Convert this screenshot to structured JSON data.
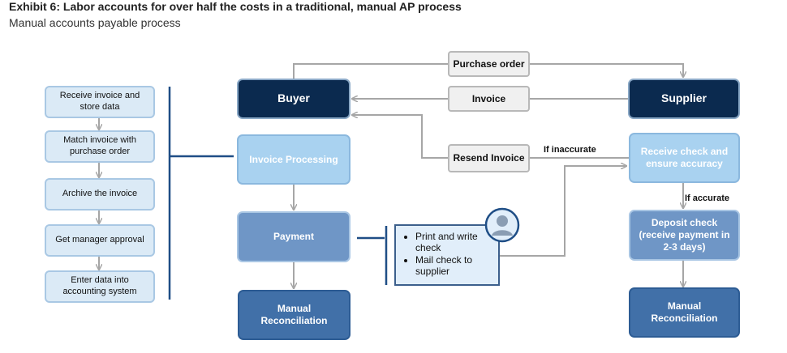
{
  "title": "Exhibit 6: Labor accounts for over half the costs in a traditional, manual AP process",
  "subtitle": "Manual accounts payable process",
  "left_steps": [
    "Receive invoice and store data",
    "Match invoice with purchase order",
    "Archive the invoice",
    "Get manager approval",
    "Enter data into accounting system"
  ],
  "buyer": "Buyer",
  "supplier": "Supplier",
  "purchase_order": "Purchase order",
  "invoice": "Invoice",
  "resend_invoice": "Resend Invoice",
  "if_inaccurate": "If inaccurate",
  "if_accurate": "If accurate",
  "invoice_processing": "Invoice Processing",
  "payment": "Payment",
  "manual_reconciliation": "Manual Reconciliation",
  "receive_check": "Receive check and ensure accuracy",
  "deposit_check": "Deposit check (receive payment in 2-3 days)",
  "payment_notes": [
    "Print and write check",
    "Mail check to supplier"
  ],
  "colors": {
    "dark_navy": "#0b2a4f",
    "pale_blue": "#a9d2f0",
    "mid_blue": "#6f96c6",
    "deep_blue": "#4170a8",
    "light_step": "#dbeaf6",
    "connector": "#a6a6a6"
  },
  "icons": [
    "person-avatar-icon"
  ]
}
